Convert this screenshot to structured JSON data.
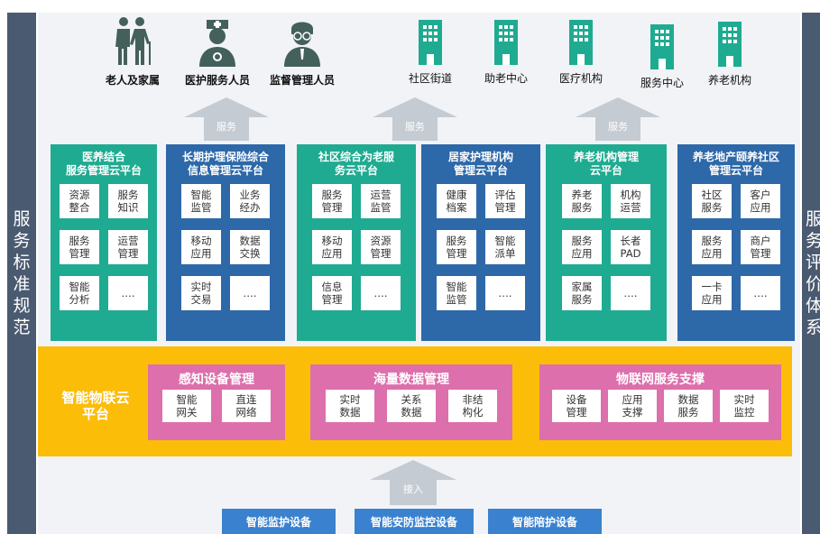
{
  "left_bar": "服务标准规范",
  "right_bar": "服务评价体系",
  "actors": [
    {
      "label": "老人及家属",
      "icon": "elderly-icon"
    },
    {
      "label": "医护服务人员",
      "icon": "nurse-icon"
    },
    {
      "label": "监督管理人员",
      "icon": "supervisor-icon"
    }
  ],
  "buildings": [
    {
      "label": "社区街道",
      "icon": "building-icon"
    },
    {
      "label": "助老中心",
      "icon": "building-icon"
    },
    {
      "label": "医疗机构",
      "icon": "building-icon"
    },
    {
      "label": "服务中心",
      "icon": "building-icon"
    },
    {
      "label": "养老机构",
      "icon": "building-icon"
    }
  ],
  "arrows": {
    "top": [
      "服务",
      "服务",
      "服务"
    ],
    "bottom": "接入"
  },
  "panels": [
    {
      "title": "医养结合\n服务管理云平台",
      "color": "#1fab91",
      "tiles": [
        "资源\n整合",
        "服务\n知识",
        "服务\n管理",
        "运营\n管理",
        "智能\n分析",
        "…."
      ]
    },
    {
      "title": "长期护理保险综合\n信息管理云平台",
      "color": "#2d68a9",
      "tiles": [
        "智能\n监管",
        "业务\n经办",
        "移动\n应用",
        "数据\n交换",
        "实时\n交易",
        "…."
      ]
    },
    {
      "title": "社区综合为老服\n务云平台",
      "color": "#1fab91",
      "tiles": [
        "服务\n管理",
        "运营\n监管",
        "移动\n应用",
        "资源\n管理",
        "信息\n管理",
        "…."
      ]
    },
    {
      "title": "居家护理机构\n管理云平台",
      "color": "#2d68a9",
      "tiles": [
        "健康\n档案",
        "评估\n管理",
        "服务\n管理",
        "智能\n派单",
        "智能\n监管",
        "…."
      ]
    },
    {
      "title": "养老机构管理\n云平台",
      "color": "#1fab91",
      "tiles": [
        "养老\n服务",
        "机构\n运营",
        "服务\n应用",
        "长者\nPAD",
        "家属\n服务",
        "…."
      ]
    },
    {
      "title": "养老地产颐养社区\n管理云平台",
      "color": "#2d68a9",
      "tiles": [
        "社区\n服务",
        "客户\n应用",
        "服务\n应用",
        "商户\n管理",
        "一卡\n应用",
        "…."
      ]
    }
  ],
  "iot": {
    "title": "智能物联云\n平台",
    "groups": [
      {
        "title": "感知设备管理",
        "tiles": [
          "智能\n网关",
          "直连\n网络"
        ]
      },
      {
        "title": "海量数据管理",
        "tiles": [
          "实时\n数据",
          "关系\n数据",
          "非结\n构化"
        ]
      },
      {
        "title": "物联网服务支撑",
        "tiles": [
          "设备\n管理",
          "应用\n支撑",
          "数据\n服务",
          "实时\n监控"
        ]
      }
    ]
  },
  "devices": [
    "智能监护设备",
    "智能安防监控设备",
    "智能陪护设备"
  ],
  "colors": {
    "teal": "#1fab91",
    "blue": "#2d68a9",
    "iot": "#fbbd08",
    "pink": "#dd6fac",
    "device": "#3a82cf",
    "side": "#4a5a70"
  }
}
